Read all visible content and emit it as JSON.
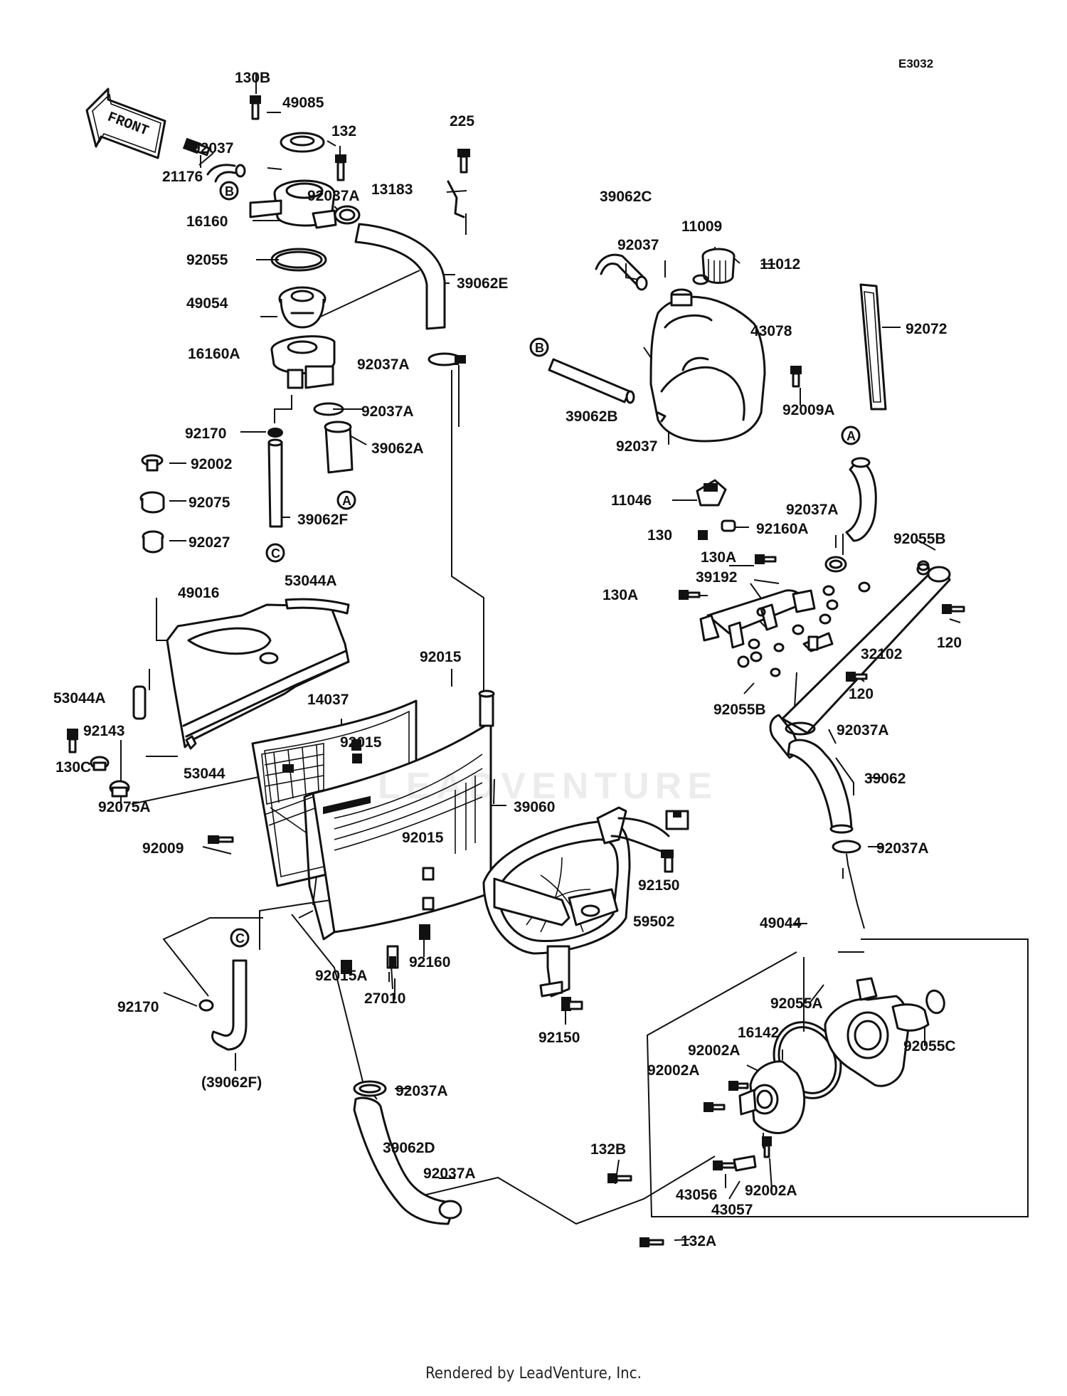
{
  "diagram_code": "E3032",
  "front_arrow_text": "FRONT",
  "watermark_text": "LEADVENTURE",
  "footer_text": "Rendered by LeadVenture, Inc.",
  "ref_markers": [
    "A",
    "B",
    "C"
  ],
  "part_labels": [
    "130B",
    "49085",
    "132",
    "21176",
    "92037",
    "13183",
    "225",
    "16160",
    "92037A",
    "92055",
    "39062E",
    "49054",
    "92037A",
    "16160A",
    "92037A",
    "92170",
    "39062A",
    "92002",
    "92075",
    "39062F",
    "92027",
    "53044A",
    "49016",
    "92015",
    "53044A",
    "14037",
    "92143",
    "92015",
    "130C",
    "53044",
    "39060",
    "92075A",
    "92009",
    "92015",
    "92150",
    "59502",
    "92170",
    "92015A",
    "92160",
    "27010",
    "(39062F)",
    "92150",
    "92037A",
    "39062D",
    "92037A",
    "39062C",
    "11009",
    "92037",
    "11012",
    "43078",
    "92072",
    "39062B",
    "92037",
    "92009A",
    "11046",
    "92037A",
    "130",
    "92160A",
    "92055B",
    "130A",
    "39192",
    "130A",
    "32102",
    "120",
    "120",
    "92055B",
    "92037A",
    "39062",
    "92037A",
    "49044",
    "92055A",
    "16142",
    "92002A",
    "92002A",
    "92055C",
    "132B",
    "43056",
    "43057",
    "92002A",
    "132A"
  ]
}
